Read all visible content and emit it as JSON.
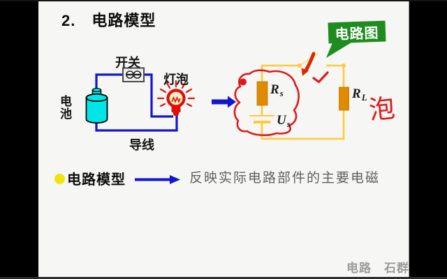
{
  "title": "2. 电路模型",
  "physical_circuit": {
    "switch_label": "开关",
    "bulb_label": "灯泡",
    "battery_label": "电池",
    "wire_label": "导线"
  },
  "schematic": {
    "callout": "电路图",
    "source_resistor": {
      "base": "R",
      "sub": "s"
    },
    "source_voltage": {
      "base": "U",
      "sub": "s"
    },
    "load_resistor": {
      "base": "R",
      "sub": "L"
    },
    "handwritten_note": "泡"
  },
  "bottom": {
    "term": "电路模型",
    "definition": "反映实际电路部件的主要电磁"
  },
  "watermark": "电路　石群",
  "colors": {
    "wire_blue": "#1515ce",
    "wire_yellow": "#ffc93a",
    "resistor_orange": "#e08a00",
    "battery_cyan": "#00e6e6",
    "bulb_red": "#dd0e0e",
    "annotation_red": "#dd1a1a",
    "callout_green": "#1e8c1e",
    "bullet_yellow": "#f0e60a"
  }
}
